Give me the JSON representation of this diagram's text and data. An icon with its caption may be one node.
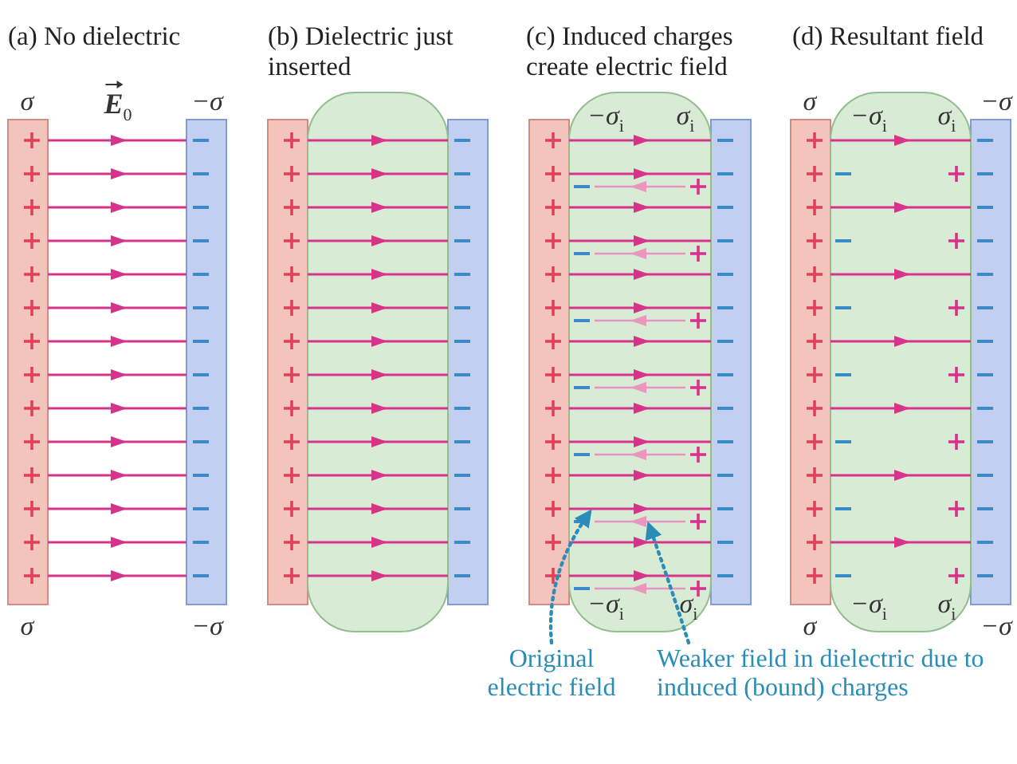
{
  "diagram": {
    "nodes": [
      {
        "text": [
          "Original electric field"
        ]
      },
      {
        "text": [
          "Weaker field in dielectric due to induced (bound) charges"
        ]
      },
      {
        "text": [],
        "shape": "arrow"
      },
      {
        "text": [],
        "shape": "arrow"
      }
    ],
    "edges": [
      {
        "from": 0,
        "to": 2,
        "arrow": "to",
        "style": "dashed"
      },
      {
        "from": 1,
        "to": 3,
        "arrow": "to",
        "style": "dashed"
      }
    ],
    "labels": [
      "(a) No dielectric",
      "(b) Dielectric just inserted",
      "(c) Induced charges create electric field",
      "(d) Resultant field",
      "σ",
      "E$_{0}$",
      "−σ",
      "−σ$_{i}$",
      "σ$_{i}$",
      "σ",
      "−σ$_{i}$",
      "σ$_{i}$",
      "−σ",
      "−σ$_{i}$",
      "σ$_{i}$",
      "−σ$_{i}$",
      "σ$_{i}$",
      "σ",
      "−σ",
      "σ",
      "−σ"
    ]
  }
}
